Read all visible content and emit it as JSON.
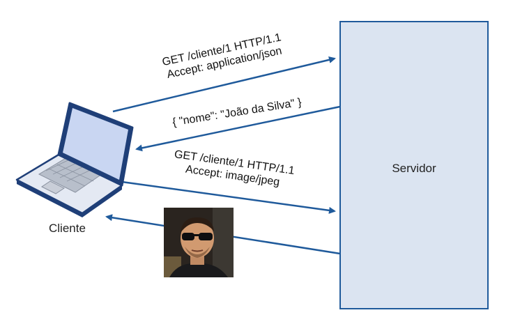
{
  "server": {
    "label": "Servidor"
  },
  "client": {
    "label": "Cliente"
  },
  "messages": {
    "request1": {
      "line1": "GET /cliente/1 HTTP/1.1",
      "line2": "Accept: application/json"
    },
    "response1": {
      "body": "{ \"nome\": \"João da Silva\" }"
    },
    "request2": {
      "line1": "GET /cliente/1 HTTP/1.1",
      "line2": "Accept: image/jpeg"
    }
  },
  "colors": {
    "arrow": "#1f5a9b",
    "server_fill": "#dbe4f1",
    "laptop_screen": "#c9d6f2"
  },
  "icons": {
    "laptop": "laptop-icon",
    "photo": "person-photo-icon"
  }
}
